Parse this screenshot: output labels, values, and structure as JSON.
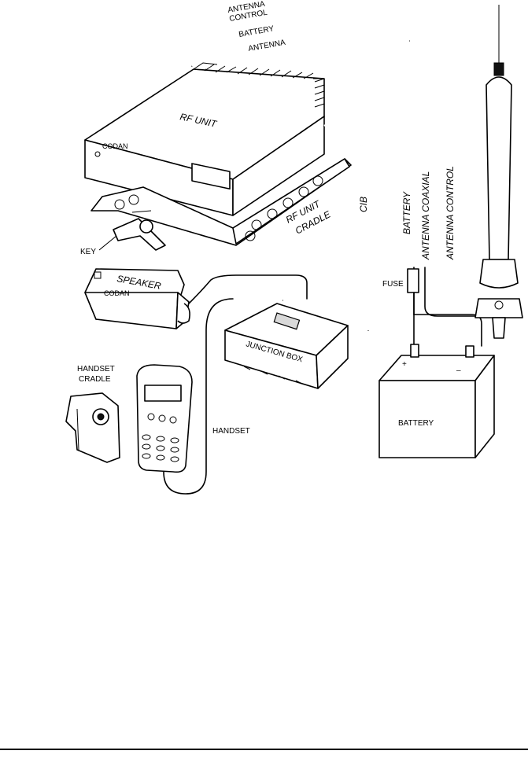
{
  "labels": {
    "antenna_control_1": "ANTENNA",
    "antenna_control_2": "CONTROL",
    "battery_top": "BATTERY",
    "antenna_top": "ANTENNA",
    "rf_unit": "RF UNIT",
    "rf_unit_cradle_1": "RF UNIT",
    "rf_unit_cradle_2": "CRADLE",
    "key": "KEY",
    "cib": "CIB",
    "battery_cable": "BATTERY",
    "antenna_coaxial": "ANTENNA COAXIAL",
    "antenna_control_cable": "ANTENNA CONTROL",
    "fuse": "FUSE",
    "speaker": "SPEAKER",
    "brand": "CODAN",
    "junction_box": "JUNCTION BOX",
    "handset_cradle_1": "HANDSET",
    "handset_cradle_2": "CRADLE",
    "handset": "HANDSET",
    "battery_box": "BATTERY",
    "plus": "+",
    "minus": "–"
  }
}
